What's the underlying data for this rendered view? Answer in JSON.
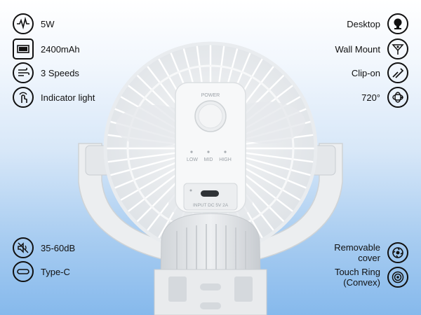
{
  "features_left": [
    {
      "label": "5W",
      "icon": "waveform-icon"
    },
    {
      "label": "2400mAh",
      "icon": "battery-icon"
    },
    {
      "label": "3 Speeds",
      "icon": "wind-speed-icon"
    },
    {
      "label": "Indicator light",
      "icon": "touch-light-icon"
    },
    {
      "label": "35-60dB",
      "icon": "speaker-mute-icon"
    },
    {
      "label": "Type-C",
      "icon": "usb-c-icon"
    }
  ],
  "features_right": [
    {
      "label": "Desktop",
      "icon": "desktop-icon"
    },
    {
      "label": "Wall Mount",
      "icon": "wall-mount-icon"
    },
    {
      "label": "Clip-on",
      "icon": "clip-icon"
    },
    {
      "label": "720°",
      "icon": "rotate-720-icon"
    },
    {
      "label_line1": "Removable",
      "label_line2": "cover",
      "icon": "removable-cover-icon"
    },
    {
      "label_line1": "Touch Ring",
      "label_line2": "(Convex)",
      "icon": "touch-ring-icon"
    }
  ],
  "panel": {
    "power": "POWER",
    "low": "LOW",
    "mid": "MID",
    "high": "HIGH",
    "input": "INPUT DC 5V 2A"
  },
  "colors": {
    "accent": "#111111",
    "fan_body": "#eef0f2",
    "background_bottom": "#86b9ec"
  }
}
